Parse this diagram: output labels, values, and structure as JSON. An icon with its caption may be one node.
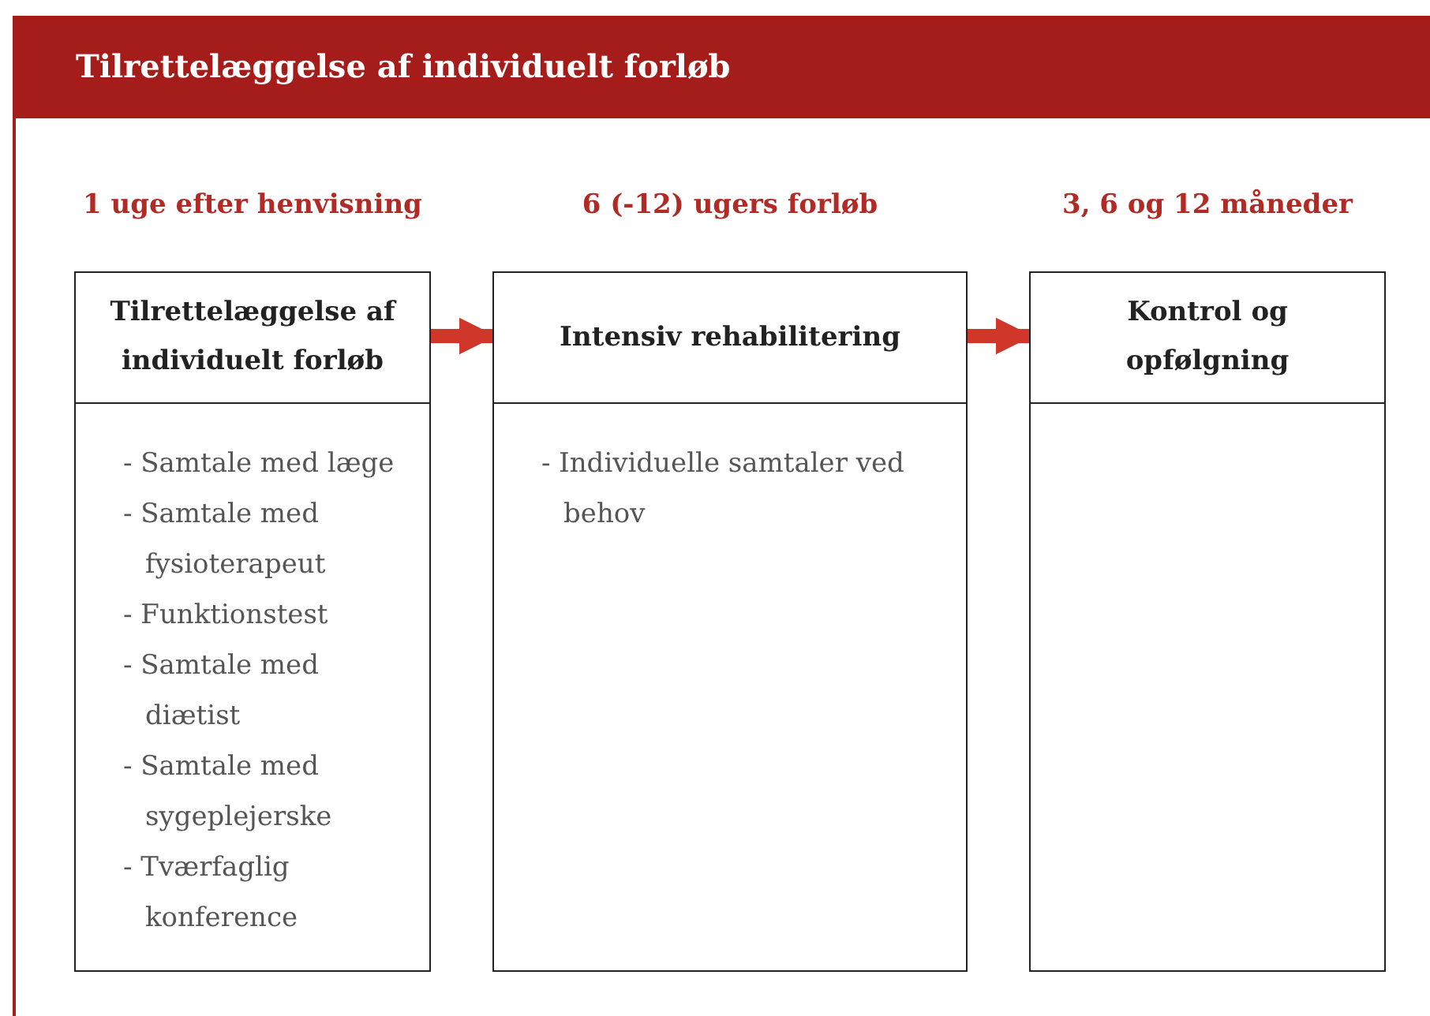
{
  "diagram": {
    "title": "Tilrettelæggelse af individuelt forløb",
    "nodes": [
      {
        "text": [
          "Tilrettelæggelse af individuelt forløb",
          "- Samtale med læge",
          "- Samtale med fysioterapeut",
          "- Funktionstest",
          "- Samtale med diætist",
          "- Samtale med sygeplejerske",
          "- Tværfaglig konference"
        ],
        "beside": [
          "1 uge efter henvisning"
        ]
      },
      {
        "text": [
          "Intensiv rehabilitering",
          "- Individuelle samtaler ved behov"
        ],
        "beside": [
          "6 (-12) ugers forløb"
        ]
      },
      {
        "text": [
          "Kontrol og opfølgning"
        ],
        "beside": [
          "3, 6 og 12 måneder"
        ]
      }
    ],
    "edges": [
      {
        "from": 0,
        "to": 1,
        "arrow": "to"
      },
      {
        "from": 1,
        "to": 2,
        "arrow": "to"
      }
    ]
  }
}
